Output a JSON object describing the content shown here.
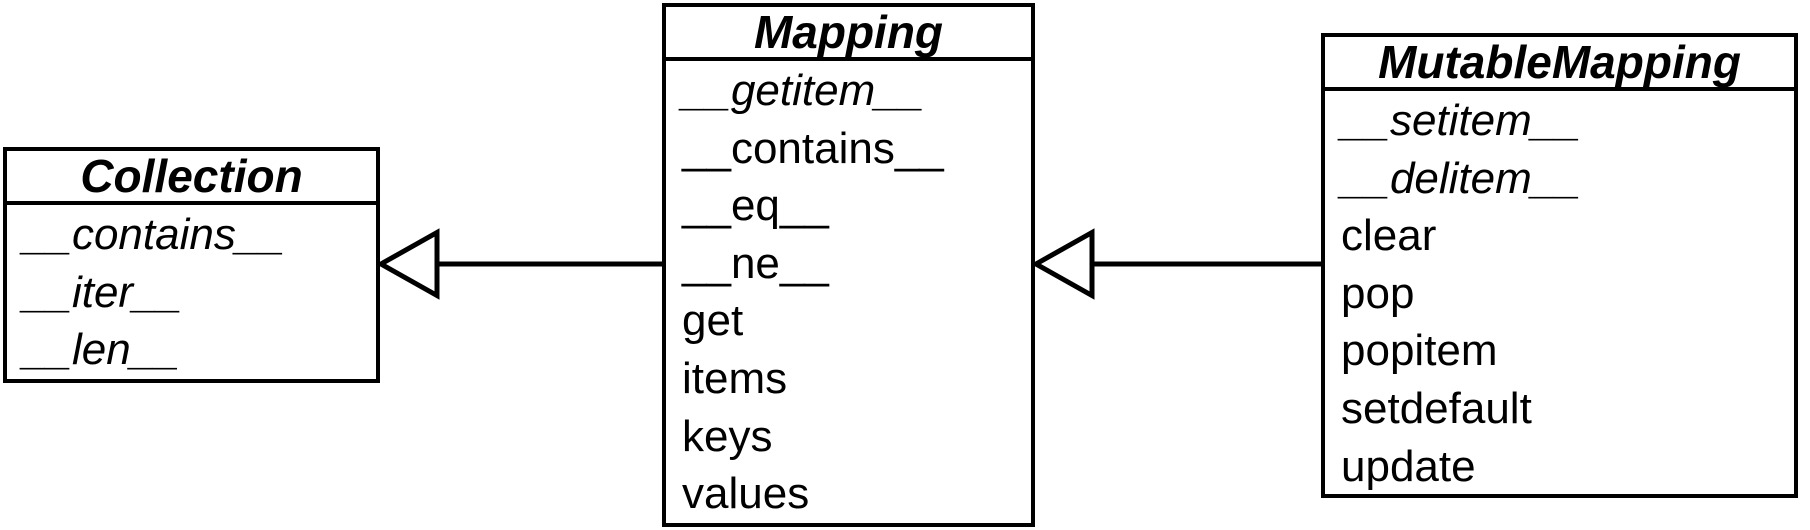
{
  "colors": {
    "stroke": "#000000",
    "background": "#ffffff"
  },
  "classes": [
    {
      "name": "Collection",
      "members": [
        {
          "text": "__contains__",
          "abstract": true
        },
        {
          "text": "__iter__",
          "abstract": true
        },
        {
          "text": "__len__",
          "abstract": true
        }
      ]
    },
    {
      "name": "Mapping",
      "members": [
        {
          "text": "__getitem__",
          "abstract": true
        },
        {
          "text": "__contains__",
          "abstract": false
        },
        {
          "text": "__eq__",
          "abstract": false
        },
        {
          "text": "__ne__",
          "abstract": false
        },
        {
          "text": "get",
          "abstract": false
        },
        {
          "text": "items",
          "abstract": false
        },
        {
          "text": "keys",
          "abstract": false
        },
        {
          "text": "values",
          "abstract": false
        }
      ]
    },
    {
      "name": "MutableMapping",
      "members": [
        {
          "text": "__setitem__",
          "abstract": true
        },
        {
          "text": "__delitem__",
          "abstract": true
        },
        {
          "text": "clear",
          "abstract": false
        },
        {
          "text": "pop",
          "abstract": false
        },
        {
          "text": "popitem",
          "abstract": false
        },
        {
          "text": "setdefault",
          "abstract": false
        },
        {
          "text": "update",
          "abstract": false
        }
      ]
    }
  ],
  "relations": [
    {
      "from": "Mapping",
      "to": "Collection",
      "type": "inheritance"
    },
    {
      "from": "MutableMapping",
      "to": "Mapping",
      "type": "inheritance"
    }
  ]
}
